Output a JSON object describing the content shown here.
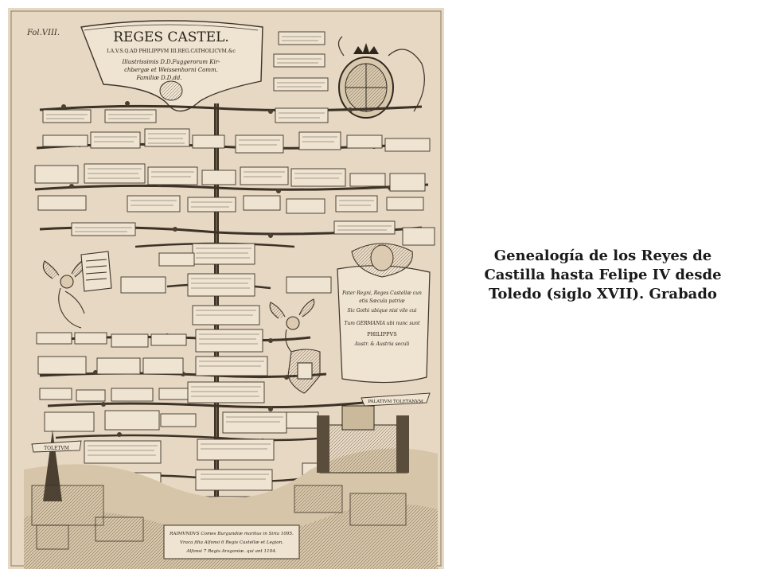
{
  "slide": {
    "caption_lines": [
      "Genealogía de los Reyes de",
      "Castilla hasta Felipe IV desde",
      "Toledo (siglo XVII). Grabado"
    ]
  },
  "engraving": {
    "folio": "Fol.VIII.",
    "title": "REGES CASTEL.",
    "subtitle": "I.A.V.S.Q.AD PHILIPPVM III.REG.CATHOLICVM.&c",
    "dedication_lines": [
      "Illustrissimis D.D.Fuggerorum Kir-",
      "chbergæ et Weissenhorni Comm.",
      "Familiæ D.D.dd."
    ],
    "panel_lines": [
      "Pater Regni, Reges Castellæ cun",
      "etis Sæcula patriæ",
      "Sic Gothi ubique nisi vile cui",
      "Tum GERMANIA ubi nunc sunt",
      "PHILIPPVS",
      "Austr. & Austria seculi"
    ],
    "banner_label": "PALATIVM TOLETANVM",
    "city_label": "TOLETVM",
    "bottom_lines": [
      "RAIMVNDVS Comes Burgundiæ maritus in Siria 1095.",
      "Vraca filia Alfonsi 6 Regis Castellæ et Legion.",
      "Alfonsi 7 Regis Aragoniæ. qui ant 1104."
    ],
    "colors": {
      "paper": "#e6d8c3",
      "ink": "#3c3226",
      "caption_text": "#1a1a1a"
    }
  }
}
